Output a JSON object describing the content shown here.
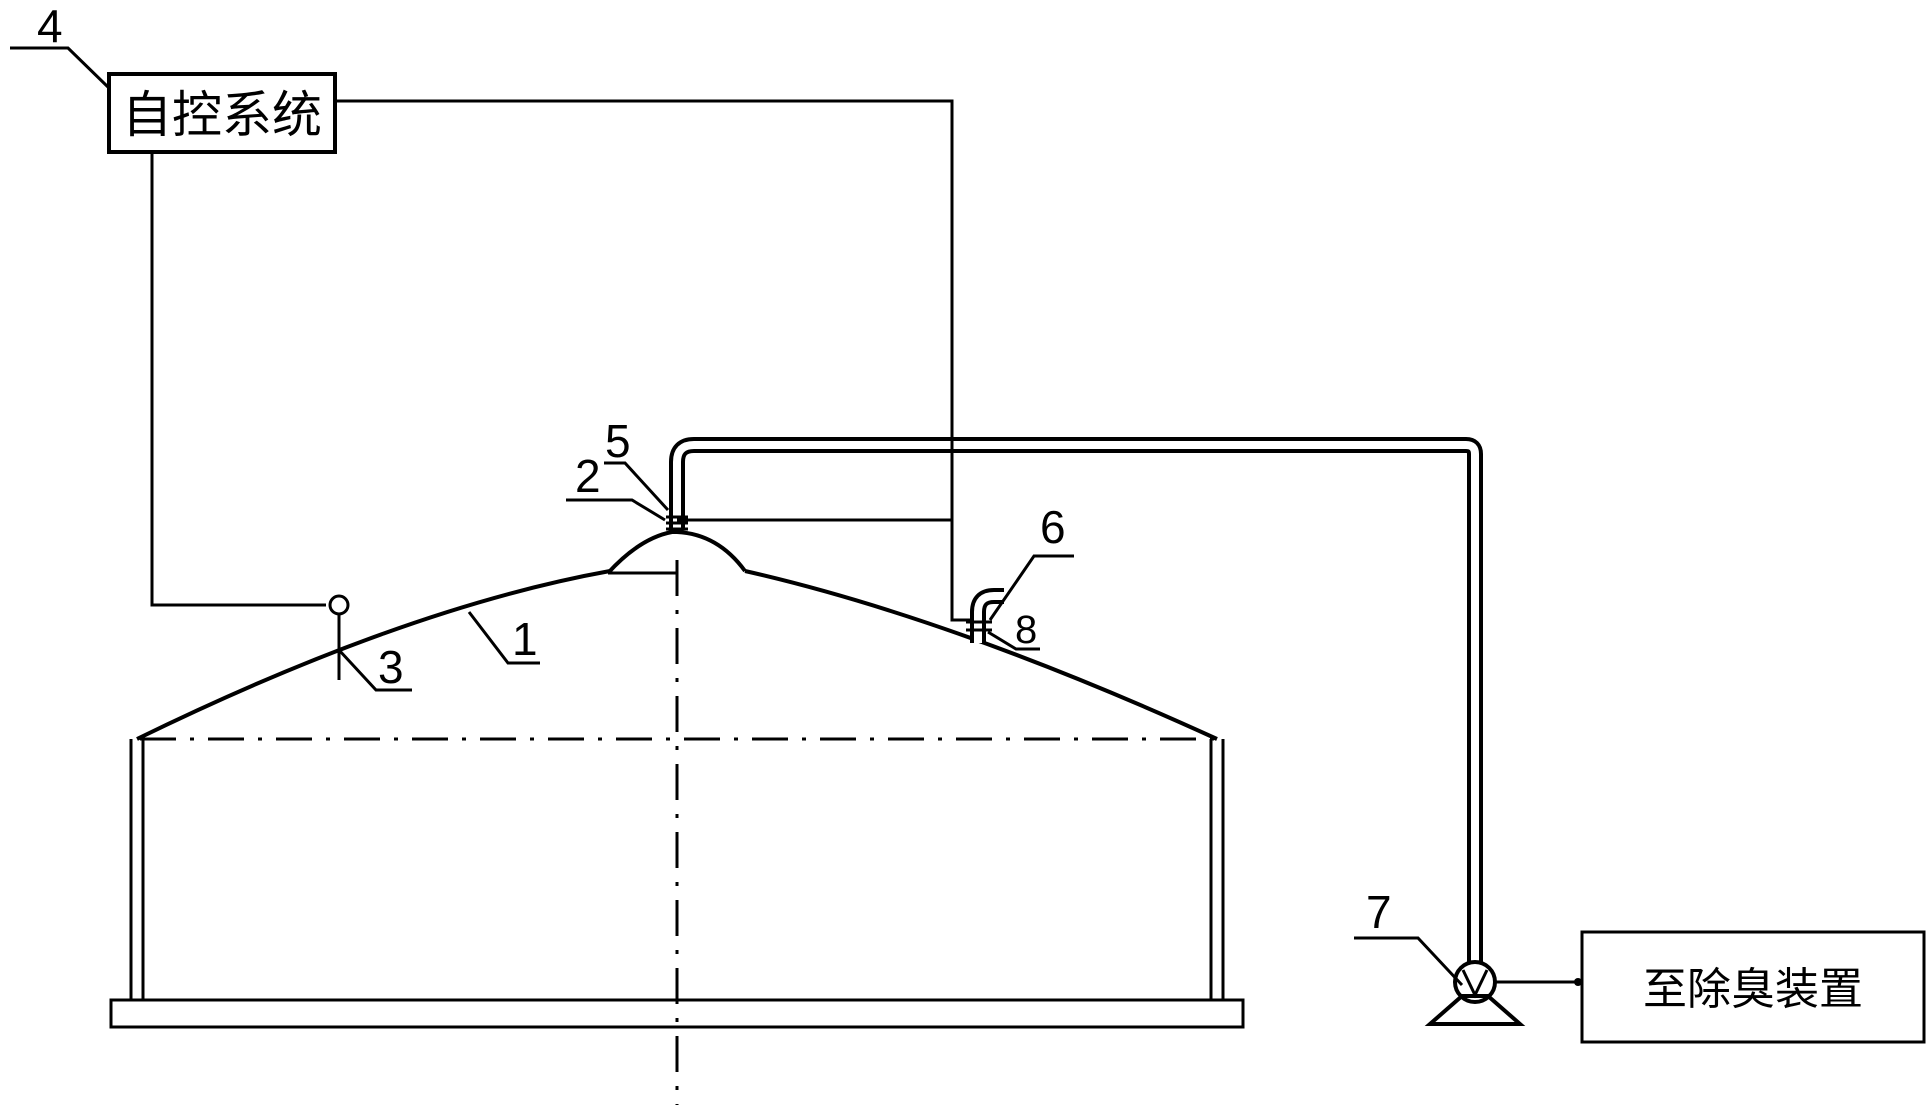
{
  "labels": {
    "control_box": "自控系统",
    "deodor_box": "至除臭装置",
    "num_1": "1",
    "num_2": "2",
    "num_3": "3",
    "num_4": "4",
    "num_5": "5",
    "num_6": "6",
    "num_7": "7",
    "num_8": "8"
  }
}
